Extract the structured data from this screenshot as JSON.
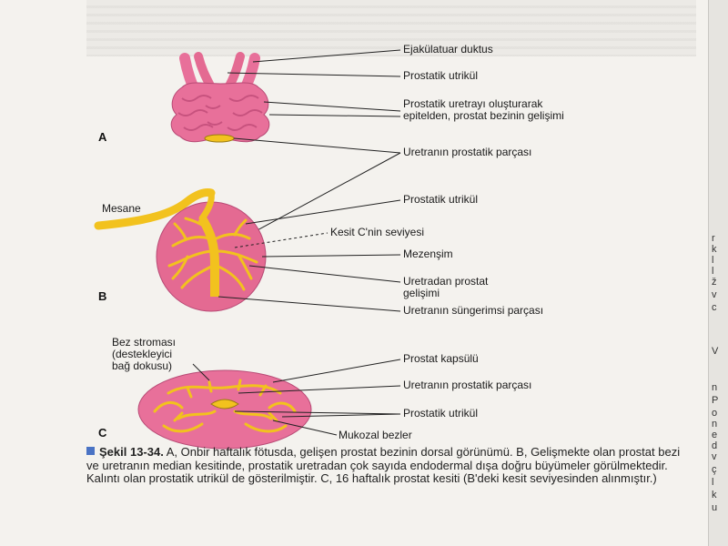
{
  "figure": {
    "panel_labels": {
      "a": "A",
      "b": "B",
      "c": "C"
    },
    "panel_a": {
      "labels": [
        "Ejakülatuar duktus",
        "Prostatik utrikül",
        "Prostatik uretrayı oluşturarak",
        "epitelden, prostat bezinin gelişimi",
        "Uretranın prostatik parçası"
      ]
    },
    "panel_b": {
      "mesane": "Mesane",
      "labels": [
        "Prostatik utrikül",
        "Kesit C'nin seviyesi",
        "Mezenşim",
        "Uretradan prostat",
        "gelişimi",
        "Uretranın süngerimsi parçası"
      ]
    },
    "panel_c": {
      "left_label": [
        "Bez stroması",
        "(destekleyici",
        "bağ dokusu)"
      ],
      "labels": [
        "Prostat kapsülü",
        "Uretranın prostatik parçası",
        "Prostatik utrikül",
        "Mukozal bezler"
      ]
    }
  },
  "caption": {
    "number": "Şekil 13-34.",
    "text": "A, Onbir haftalık fötusda, gelişen prostat bezinin dorsal görünümü. B, Gelişmekte olan prostat bezi ve uretranın median kesitinde, prostatik uretradan çok sayıda endodermal dışa doğru büyümeler görülmektedir. Kalıntı olan prostatik utrikül de gösterilmiştir. C, 16 haftalık prostat kesiti (B'deki kesit seviyesinden alınmıştır.)"
  },
  "edge_text": [
    "r",
    "k",
    "l",
    "l",
    "ž",
    "v",
    "c",
    "V",
    "n",
    "P",
    "o",
    "n",
    "e",
    "d",
    "v",
    "ç",
    "l",
    "k",
    "u"
  ],
  "colors": {
    "tissue_pink": "#e8709a",
    "mesenchyme_pink": "#e46a92",
    "duct_yellow": "#f2c21e",
    "leader_line": "#222222",
    "bullet_blue": "#4a73c4"
  }
}
